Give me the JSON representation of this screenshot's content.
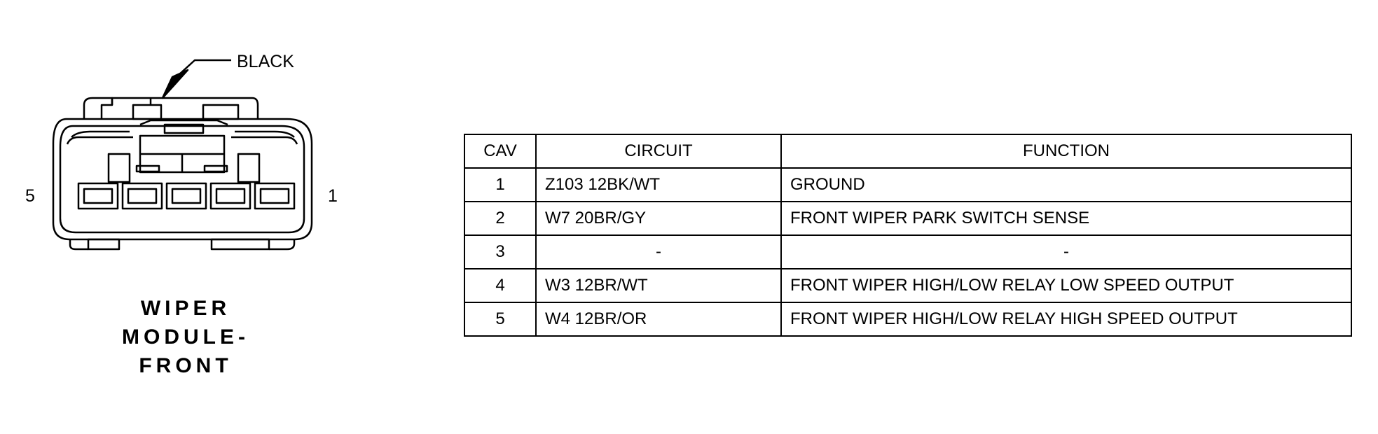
{
  "diagram": {
    "color_callout": "BLACK",
    "pin_left": "5",
    "pin_right": "1",
    "title_lines": [
      "WIPER",
      "MODULE-",
      "FRONT"
    ]
  },
  "table": {
    "headers": {
      "cav": "CAV",
      "circuit": "CIRCUIT",
      "function": "FUNCTION"
    },
    "rows": [
      {
        "cav": "1",
        "circuit": "Z103 12BK/WT",
        "function": "GROUND"
      },
      {
        "cav": "2",
        "circuit": "W7 20BR/GY",
        "function": "FRONT WIPER PARK SWITCH SENSE"
      },
      {
        "cav": "3",
        "circuit": "-",
        "function": "-"
      },
      {
        "cav": "4",
        "circuit": "W3 12BR/WT",
        "function": "FRONT WIPER HIGH/LOW RELAY LOW SPEED OUTPUT"
      },
      {
        "cav": "5",
        "circuit": "W4 12BR/OR",
        "function": "FRONT WIPER HIGH/LOW RELAY HIGH SPEED OUTPUT"
      }
    ]
  }
}
